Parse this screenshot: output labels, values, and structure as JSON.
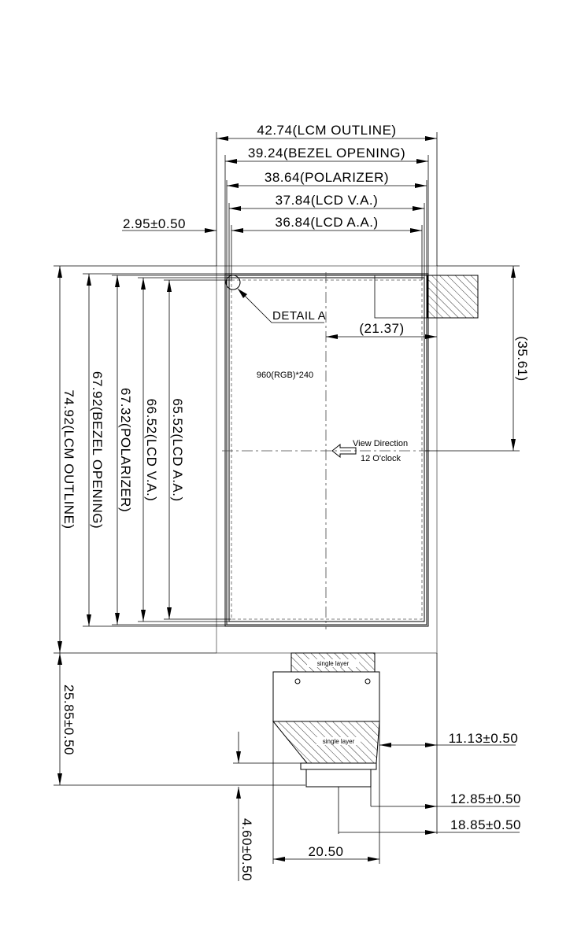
{
  "dimensions": {
    "lcm_outline_w": "42.74(LCM OUTLINE)",
    "bezel_opening_w": "39.24(BEZEL OPENING)",
    "polarizer_w": "38.64(POLARIZER)",
    "lcd_va_w": "37.84(LCD V.A.)",
    "lcd_aa_w": "36.84(LCD A.A.)",
    "offset_left": "2.95±0.50",
    "lcm_outline_h": "74.92(LCM OUTLINE)",
    "bezel_opening_h": "67.92(BEZEL OPENING)",
    "polarizer_h": "67.32(POLARIZER)",
    "lcd_va_h": "66.52(LCD V.A.)",
    "lcd_aa_h": "65.52(LCD A.A.)",
    "half_width": "(21.37)",
    "half_height": "(35.61)",
    "fpc_length": "25.85±0.50",
    "fpc_tail": "4.60±0.50",
    "fpc_width": "20.50",
    "fpc_offset_1": "11.13±0.50",
    "fpc_offset_2": "12.85±0.50",
    "fpc_offset_3": "18.85±0.50"
  },
  "labels": {
    "detail": "DETAIL A",
    "resolution": "960(RGB)*240",
    "view_direction_1": "View Direction",
    "view_direction_2": "12 O'clock",
    "fpc_layer_top": "single layer",
    "fpc_layer_bottom": "single layer"
  }
}
